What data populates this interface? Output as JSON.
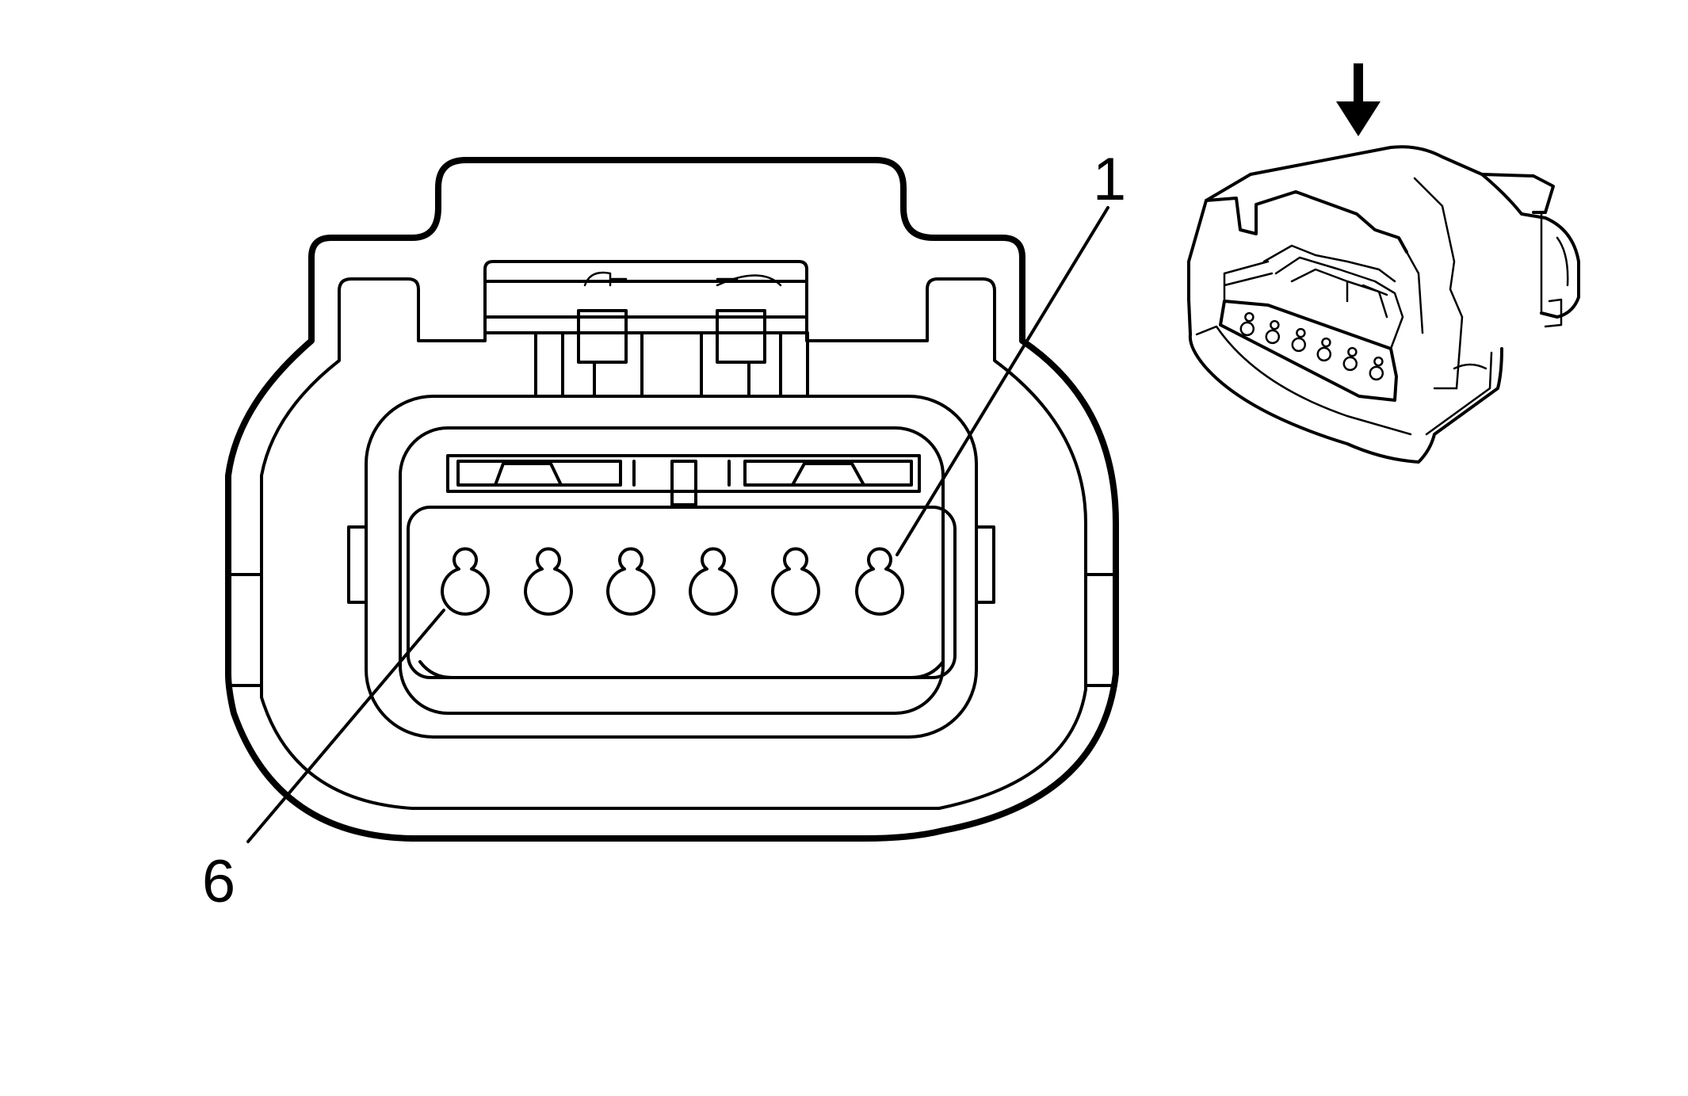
{
  "callouts": {
    "pin_first": "1",
    "pin_last": "6"
  },
  "connector": {
    "cavity_count": 6
  }
}
